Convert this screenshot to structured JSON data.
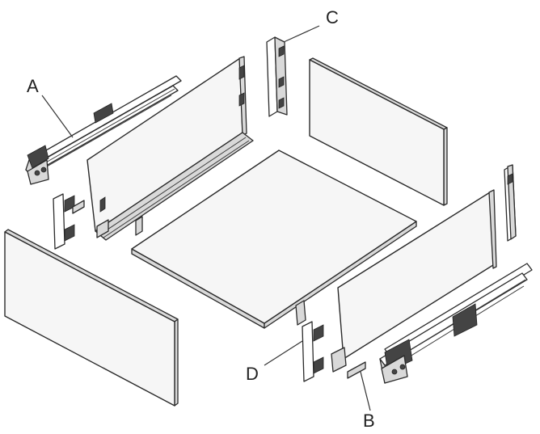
{
  "callouts": {
    "a": "A",
    "b": "B",
    "c": "C",
    "d": "D"
  },
  "colors": {
    "line": "#2a2a2a",
    "panel": "#f6f6f6",
    "edge": "#d9d9d9",
    "background": "#ffffff"
  }
}
